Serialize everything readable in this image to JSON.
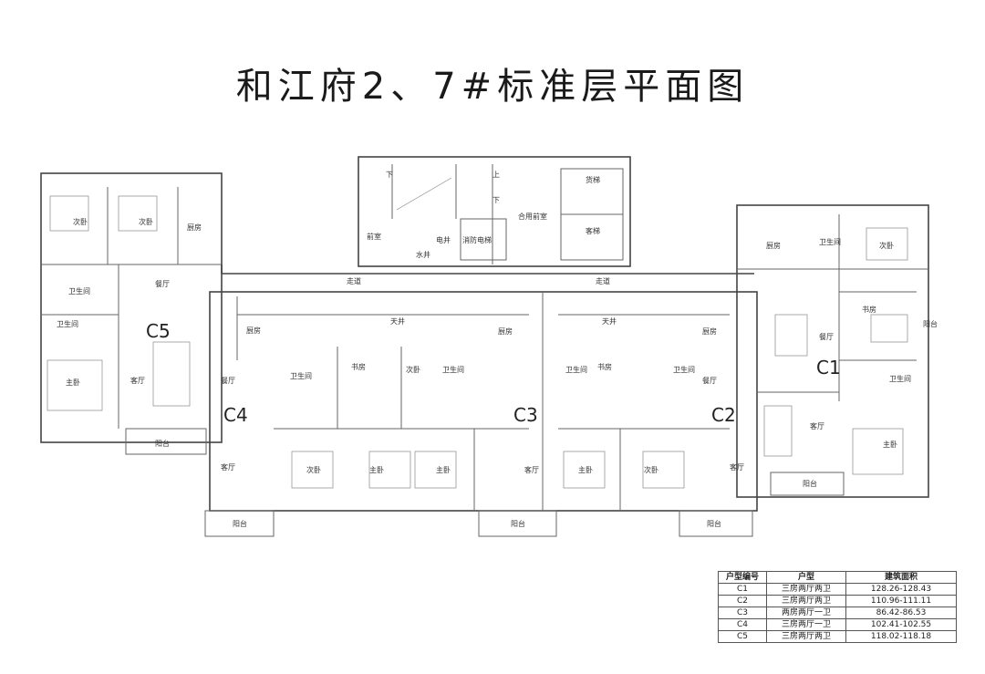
{
  "title": "和江府2、7#标准层平面图",
  "units": [
    "C5",
    "C4",
    "C3",
    "C2",
    "C1"
  ],
  "rooms": {
    "second_bedroom": "次卧",
    "master_bedroom": "主卧",
    "master_bedroom_alt": "主卧",
    "kitchen": "厨房",
    "kitchen_alt": "厨房",
    "bathroom": "卫生间",
    "dining": "餐厅",
    "living": "客厅",
    "balcony": "阳台",
    "study": "书房",
    "light_well": "天井",
    "corridor": "走道",
    "front_room": "前室",
    "shared_front_room": "合用前室",
    "water_well": "水井",
    "electric_well": "电井",
    "elevator": "货梯",
    "elevator2": "客梯",
    "fire_elevator": "消防电梯",
    "up": "上",
    "down": "下"
  },
  "legend": {
    "headers": [
      "户型编号",
      "户型",
      "建筑面积"
    ],
    "rows": [
      [
        "C1",
        "三房两厅两卫",
        "128.26-128.43"
      ],
      [
        "C2",
        "三房两厅两卫",
        "110.96-111.11"
      ],
      [
        "C3",
        "两房两厅一卫",
        "86.42-86.53"
      ],
      [
        "C4",
        "三房两厅一卫",
        "102.41-102.55"
      ],
      [
        "C5",
        "三房两厅两卫",
        "118.02-118.18"
      ]
    ]
  }
}
